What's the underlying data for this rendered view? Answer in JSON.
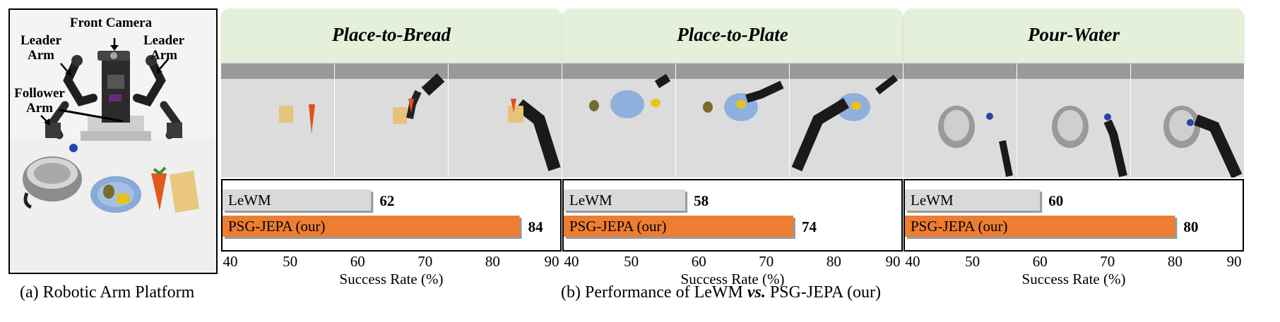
{
  "left_panel": {
    "labels": {
      "front_camera": "Front Camera",
      "leader_arm_left": "Leader\nArm",
      "leader_arm_right": "Leader\nArm",
      "follower_arm": "Follower\nArm"
    },
    "caption": "(a) Robotic Arm Platform"
  },
  "right_panel": {
    "caption": {
      "prefix": "(b) Performance of LeWM ",
      "vs": "vs.",
      "suffix": " PSG-JEPA (our)"
    }
  },
  "colors": {
    "header_bg": "#e4f0da",
    "lewm_bar": "#d9d9d9",
    "psg_bar": "#ed7d31"
  },
  "chart_data": [
    {
      "type": "bar",
      "orientation": "horizontal",
      "title": "Place-to-Bread",
      "categories": [
        "LeWM",
        "PSG-JEPA (our)"
      ],
      "values": [
        62,
        84
      ],
      "xlabel": "Success Rate (%)",
      "xlim": [
        40,
        90
      ],
      "xticks": [
        40,
        50,
        60,
        70,
        80,
        90
      ],
      "grid": false
    },
    {
      "type": "bar",
      "orientation": "horizontal",
      "title": "Place-to-Plate",
      "categories": [
        "LeWM",
        "PSG-JEPA (our)"
      ],
      "values": [
        58,
        74
      ],
      "xlabel": "Success Rate (%)",
      "xlim": [
        40,
        90
      ],
      "xticks": [
        40,
        50,
        60,
        70,
        80,
        90
      ],
      "grid": false
    },
    {
      "type": "bar",
      "orientation": "horizontal",
      "title": "Pour-Water",
      "categories": [
        "LeWM",
        "PSG-JEPA (our)"
      ],
      "values": [
        60,
        80
      ],
      "xlabel": "Success Rate (%)",
      "xlim": [
        40,
        90
      ],
      "xticks": [
        40,
        50,
        60,
        70,
        80,
        90
      ],
      "grid": false
    }
  ]
}
